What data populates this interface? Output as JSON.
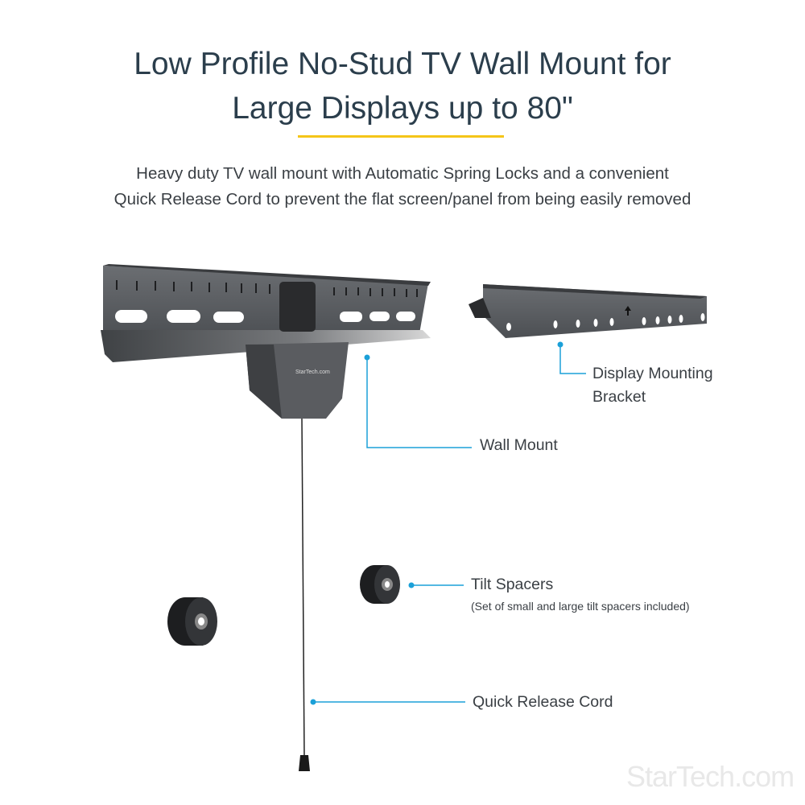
{
  "header": {
    "title_line1": "Low Profile No-Stud TV Wall Mount for",
    "title_line2": "Large Displays up to 80\"",
    "subtitle_line1": "Heavy duty TV wall mount with Automatic Spring Locks and a convenient",
    "subtitle_line2": "Quick Release Cord to prevent the flat screen/panel from being easily removed"
  },
  "callouts": {
    "display_bracket_line1": "Display Mounting",
    "display_bracket_line2": "Bracket",
    "wall_mount": "Wall Mount",
    "tilt_spacers": "Tilt Spacers",
    "tilt_spacers_note": "(Set of small and large tilt spacers included)",
    "quick_release_cord": "Quick Release Cord"
  },
  "brand": {
    "watermark": "StarTech.com",
    "product_logo": "StarTech.com"
  },
  "colors": {
    "title": "#2b3e4c",
    "accent_rule": "#f5c518",
    "callout_line": "#1ba0d8",
    "metal": "#5c5f63"
  }
}
